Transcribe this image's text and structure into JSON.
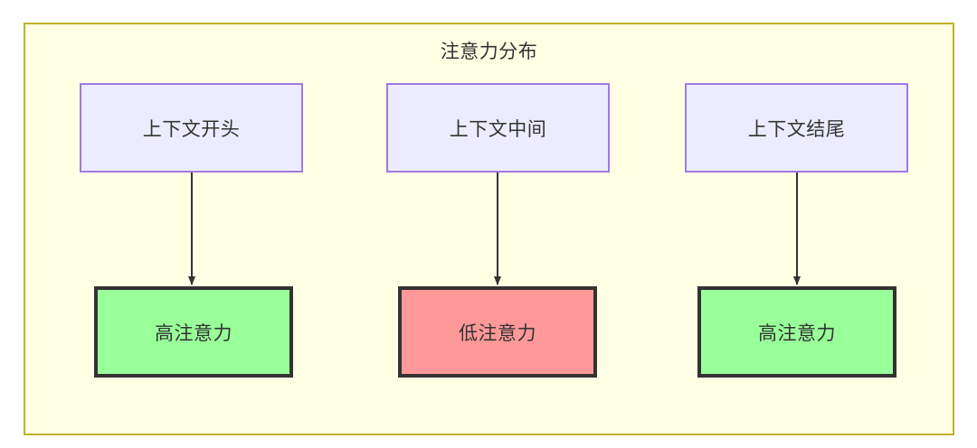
{
  "diagram": {
    "title": "注意力分布",
    "background_color": "#ffffe4",
    "border_color": "#bdb429",
    "source_nodes": [
      {
        "id": "src-0",
        "label": "上下文开头",
        "fill": "#ececfe",
        "stroke": "#9f79e0"
      },
      {
        "id": "src-1",
        "label": "上下文中间",
        "fill": "#ececfe",
        "stroke": "#9f79e0"
      },
      {
        "id": "src-2",
        "label": "上下文结尾",
        "fill": "#ececfe",
        "stroke": "#9f79e0"
      }
    ],
    "result_nodes": [
      {
        "id": "res-0",
        "label": "高注意力",
        "fill": "#99ff99",
        "stroke": "#333333"
      },
      {
        "id": "res-1",
        "label": "低注意力",
        "fill": "#ff9999",
        "stroke": "#333333"
      },
      {
        "id": "res-2",
        "label": "高注意力",
        "fill": "#99ff99",
        "stroke": "#333333"
      }
    ],
    "edges": [
      {
        "from": "上下文开头",
        "to": "高注意力",
        "label": ""
      },
      {
        "from": "上下文中间",
        "to": "低注意力",
        "label": ""
      },
      {
        "from": "上下文结尾",
        "to": "高注意力",
        "label": ""
      }
    ]
  }
}
